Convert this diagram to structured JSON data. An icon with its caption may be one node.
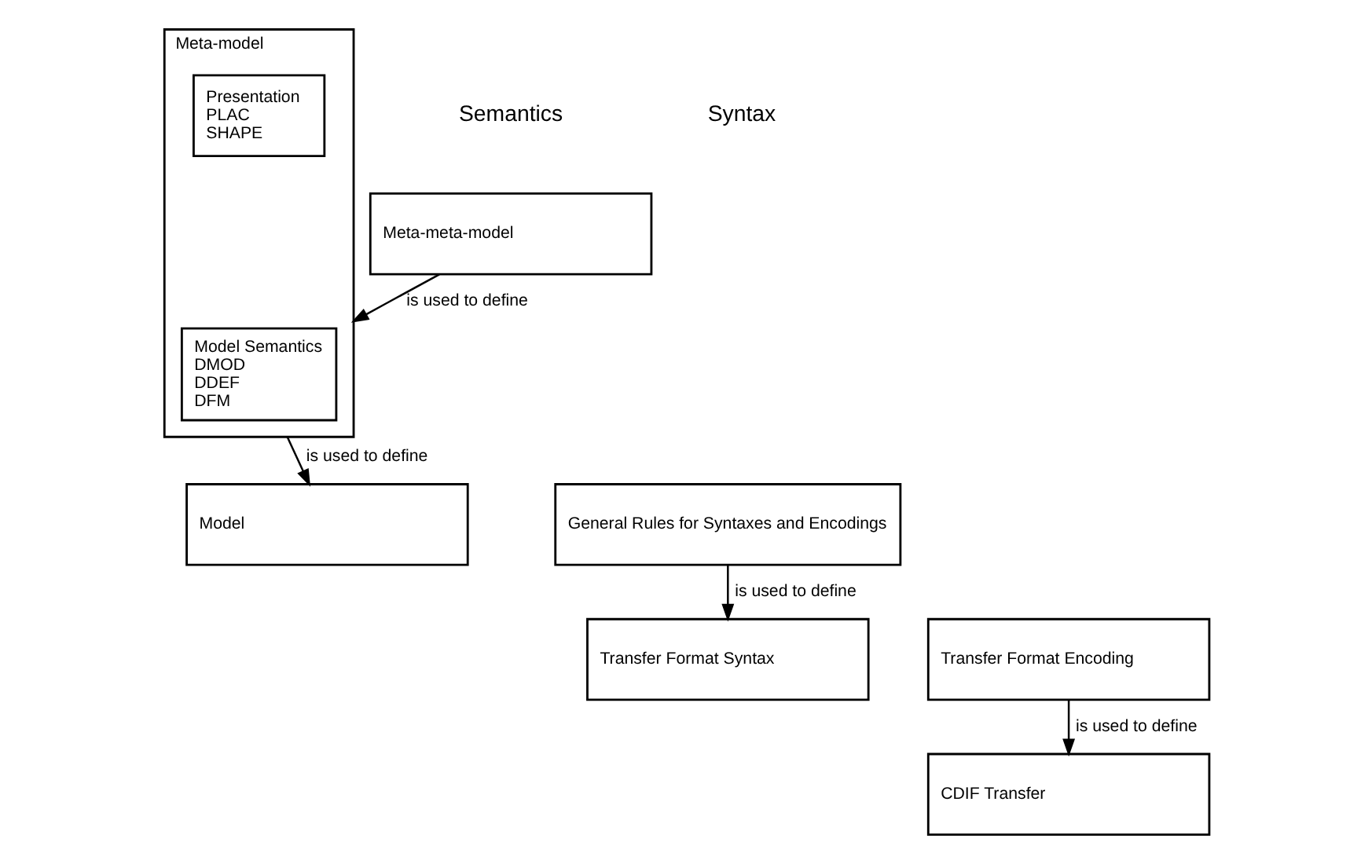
{
  "diagram": {
    "nodes": [
      {
        "text": [
          "Meta-meta-model"
        ]
      },
      {
        "text": [
          "Meta-model"
        ]
      },
      {
        "text": [
          "Model Semantics",
          "DMOD",
          "DDEF",
          "DFM"
        ],
        "in": 1
      },
      {
        "text": [
          "Presentation",
          "PLAC",
          "SHAPE"
        ],
        "in": 1
      },
      {
        "text": [
          "Model"
        ]
      },
      {
        "text": [
          "General Rules for Syntaxes and Encodings"
        ]
      },
      {
        "text": [
          "Transfer Format Syntax"
        ]
      },
      {
        "text": [
          "Transfer Format Encoding"
        ]
      },
      {
        "text": [
          "CDIF Transfer"
        ]
      }
    ],
    "edges": [
      {
        "from": 0,
        "to": 1,
        "arrow": "to",
        "label": "is used to define"
      },
      {
        "from": 1,
        "to": 4,
        "arrow": "to",
        "label": "is used to define"
      },
      {
        "from": 5,
        "to": 6,
        "arrow": "to",
        "label": "is used to define"
      },
      {
        "from": 7,
        "to": 8,
        "arrow": "to",
        "label": "is used to define"
      }
    ],
    "labels": [
      "Semantics",
      "Syntax"
    ]
  }
}
